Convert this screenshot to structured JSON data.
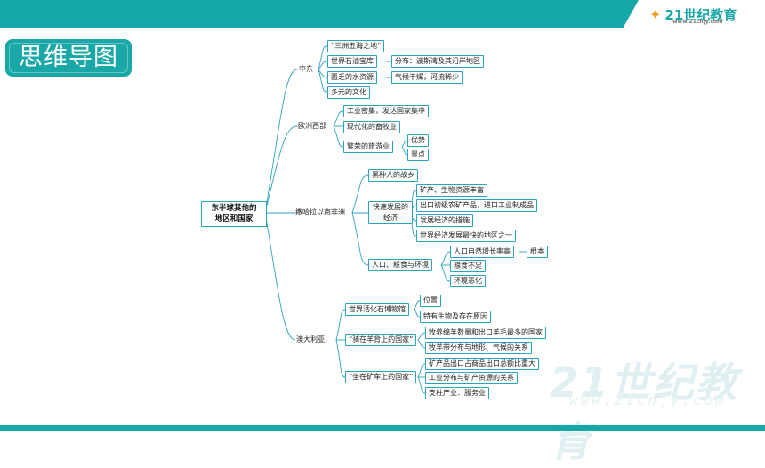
{
  "header": {
    "logo_text": "21世纪教育",
    "logo_sub": "www.21cnjy.com"
  },
  "title": "思维导图",
  "watermark": {
    "main": "21世纪教育",
    "sub": "www.21cnjy.com"
  },
  "mindmap": {
    "root": [
      "东半球其他的",
      "地区和国家"
    ],
    "middle_east": {
      "label": "中东",
      "items": [
        "“三洲五海之地”",
        "世界石油宝库",
        "匮乏的水资源",
        "多元的文化"
      ],
      "oil_detail": "分布：波斯湾及其沿岸地区",
      "water_detail": "气候干燥，河流稀少"
    },
    "western_europe": {
      "label": "欧洲西部",
      "items": [
        "工业密集，发达国家集中",
        "现代化的畜牧业",
        "繁荣的旅游业"
      ],
      "tourism_details": [
        "优势",
        "景点"
      ]
    },
    "sub_saharan": {
      "label": "撒哈拉以南非洲",
      "black_people": "黑种人的故乡",
      "rapid": "快速发展的经济",
      "rapid_details": [
        "矿产、生物资源丰富",
        "出口初级农矿产品，进口工业制成品",
        "发展经济的措施",
        "世界经济发展最快的地区之一"
      ],
      "population": "人口、粮食与环境",
      "population_details": [
        "人口自然增长率高",
        "粮食不足",
        "环境恶化"
      ],
      "root_cause": "根本"
    },
    "australia": {
      "label": "澳大利亚",
      "museum": "世界活化石博物馆",
      "museum_details": [
        "位置",
        "特有生物及存在原因"
      ],
      "sheep": "“骑在羊背上的国家”",
      "sheep_details": [
        "牧养绵羊数量和出口羊毛最多的国家",
        "牧羊带分布与地形、气候的关系"
      ],
      "mine": "“坐在矿车上的国家”",
      "mine_details": [
        "矿产品出口占商品出口总额比重大",
        "工业分布与矿产资源的关系",
        "支柱产业：服务业"
      ]
    }
  }
}
